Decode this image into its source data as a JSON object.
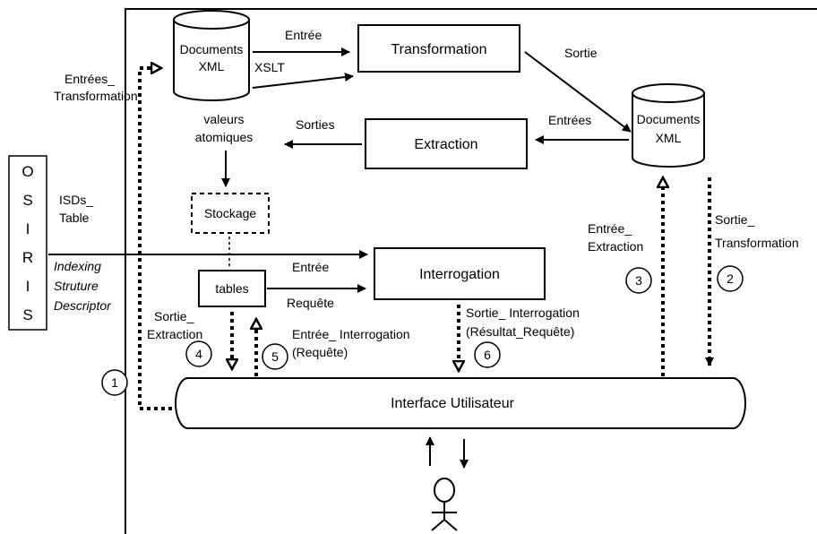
{
  "osiris": {
    "letters": [
      "O",
      "S",
      "I",
      "R",
      "I",
      "S"
    ],
    "label_lines": [
      "Indexing",
      "Struture",
      "Descriptor"
    ]
  },
  "nodes": {
    "docs_top": [
      "Documents",
      "XML"
    ],
    "transformation": "Transformation",
    "docs_right": [
      "Documents",
      "XML"
    ],
    "extraction": "Extraction",
    "valeurs": [
      "valeurs",
      "atomiques"
    ],
    "stockage": "Stockage",
    "tables": "tables",
    "interrogation": "Interrogation",
    "interface": "Interface Utilisateur"
  },
  "edge_labels": {
    "entree_top": "Entrée",
    "xslt": "XSLT",
    "sortie_top": "Sortie",
    "sorties": "Sorties",
    "entrees": "Entrées",
    "entrees_transformation": [
      "Entrées_",
      "Transformation"
    ],
    "isds_table": [
      "ISDs_",
      "Table"
    ],
    "entree_mid": "Entrée",
    "requete": "Requête",
    "sortie_extraction": [
      "Sortie_",
      "Extraction"
    ],
    "entree_interrogation": [
      "Entrée_ Interrogation",
      "(Requête)"
    ],
    "sortie_interrogation": [
      "Sortie_  Interrogation",
      "(Résultat_Requête)"
    ],
    "entree_extraction": [
      "Entrée_",
      "Extraction"
    ],
    "sortie_transformation": [
      "Sortie_",
      "Transformation"
    ]
  },
  "steps": [
    "1",
    "2",
    "3",
    "4",
    "5",
    "6"
  ]
}
